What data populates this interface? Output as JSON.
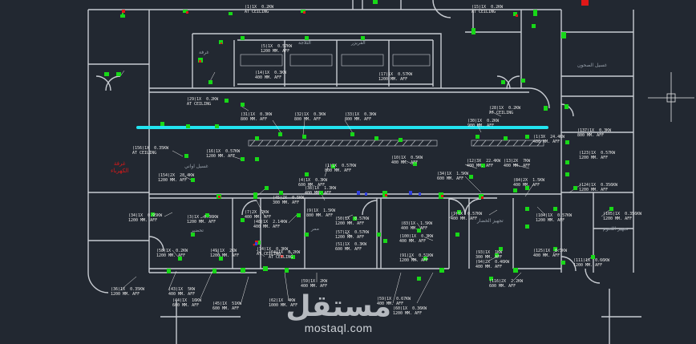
{
  "colors": {
    "background": "#222831",
    "wall": "#c8ccd2",
    "light_fixture": "#18d818",
    "highlight_line": "#22e4f0",
    "exit_sign": "#e01818"
  },
  "labels": [
    {
      "text": "(1)1X  0.2KW\nAT CEILING"
    },
    {
      "text": "(5)1X  0.57KW\n1200 MM. AFF"
    },
    {
      "text": "(14)1X  0.3KW\n400 MM. AFF"
    },
    {
      "text": "(17)1X  0.57KW\n1200 MM. AFF"
    },
    {
      "text": "(29)1X  0.2KW\nAT CEILING"
    },
    {
      "text": "(15)1X  0.2KW\nAT CEILING"
    },
    {
      "text": "(31)1X  0.3KW\n800 MM. AFF"
    },
    {
      "text": "(32)1X  0.3KW\n800 MM. AFF"
    },
    {
      "text": "(33)1X  0.3KW\n800 MM. AFF"
    },
    {
      "text": "(28)1X  0.2KW\nAT CEILING"
    },
    {
      "text": "(30)1X  0.2KW\n900 MM. AFF"
    },
    {
      "text": "(137)1X  0.3KW\n800 MM. AFF"
    },
    {
      "text": "(1)3X  24.4KW\n400 MM. AFF"
    },
    {
      "text": "(156)1X  0.35KW\nAT CEILING"
    },
    {
      "text": "(16)1X  0.57KW\n1200 MM. AFF"
    },
    {
      "text": "(1)1X  0.57KW\n800 MM. AFF"
    },
    {
      "text": "(10)1X  0.5KW\n400 MM. AFF"
    },
    {
      "text": "(12)3X  22.4KW\n400 MM. AFF"
    },
    {
      "text": "(13)2X  7KW\n400 MM. AFF"
    },
    {
      "text": "(123)1X  0.57KW\n1200 MM. AFF"
    },
    {
      "text": "(154)2X  28.4KW\n1200 MM. AFF"
    },
    {
      "text": "(4)1X  0.3KW\n600 MM. AFF"
    },
    {
      "text": "(34)1X  1.5KW\n600 MM. AFF"
    },
    {
      "text": "(84)2X  1.5KW\n400 MM. AFF"
    },
    {
      "text": "(124)1X  0.356KW\n1200 MM. AFF"
    },
    {
      "text": "(38)1X  1.3KW\n400 MM. AFF"
    },
    {
      "text": "(45)2X  0.5KW\n300 MM. AFF"
    },
    {
      "text": "(34)1X  0.95KW\n1200 MM. AFF"
    },
    {
      "text": "(3)1X  0.36KW\n1200 MM. AFF"
    },
    {
      "text": "(7)2X  2KW\n400 MM. AFF"
    },
    {
      "text": "(48)1X  2.14KW\n400 MM. AFF"
    },
    {
      "text": "(9)1X  1.5KW\n800 MM. AFF"
    },
    {
      "text": "(50)1X  0.57KW\n1200 MM. AFF"
    },
    {
      "text": "(83)1X  1.5KW\n400 MM. AFF"
    },
    {
      "text": "(7)1X  0.57KW\n400 MM. AFF"
    },
    {
      "text": "(104)1X  0.57KW\n1200 MM. AFF"
    },
    {
      "text": "(105)1X  0.356KW\n1200 MM. AFF"
    },
    {
      "text": "(57)1X  0.57KW\n1200 MM. AFF"
    },
    {
      "text": "(100)1X  0.3KW\n400 MM. AFF"
    },
    {
      "text": "(51)1X  0.3KW\n600 MM. AFF"
    },
    {
      "text": "(49)1X  2KW\n1200 MM. AFF"
    },
    {
      "text": "(74)1X  0.3KW\nAT CEILING"
    },
    {
      "text": "(58)1X  0.2KW\n1200 MM. AFF"
    },
    {
      "text": "(91)1X  0.51KW\n1200 MM. AFF"
    },
    {
      "text": "(93)1X  1KW\n300 MM. AFF"
    },
    {
      "text": "(94)2X  0.46KW\n400 MM. AFF"
    },
    {
      "text": "(125)1X  0.3KW\n400 MM. AFF"
    },
    {
      "text": "(111)1X  0.66KW\n1200 MM. AFF"
    },
    {
      "text": "(64)1X  0.2KW\nAT CEILING"
    },
    {
      "text": "(36)1X  0.35KW\n1200 MM. AFF"
    },
    {
      "text": "(43)1X  5KW\n400 MM. AFF"
    },
    {
      "text": "(44)1X  16KW\n600 MM. AFF"
    },
    {
      "text": "(45)1X  51KW\n600 MM. AFF"
    },
    {
      "text": "(59)1X  2KW\n400 MM. AFF"
    },
    {
      "text": "(62)1X  4KW\n1000 MM. AFF"
    },
    {
      "text": "(59)1X  0.67KW\n400 MM. AFF"
    },
    {
      "text": "(60)1X  0.36KW\n1200 MM. AFF"
    },
    {
      "text": "(116)2X  2.2KW\n600 MM. AFF"
    }
  ],
  "rooms": [
    {
      "text": "غرفة"
    },
    {
      "text": "الثلاجة"
    },
    {
      "text": "الفريزر"
    },
    {
      "text": "غسيل الصحون"
    },
    {
      "text": "غسيل اواني"
    },
    {
      "text": "تجهيز الخضار"
    },
    {
      "text": "تجهيز اللحوم"
    },
    {
      "text": "ممر"
    },
    {
      "text": "تحضير"
    }
  ],
  "red_room": {
    "line1": "غرفة",
    "line2": "الكهرباء"
  },
  "watermark": {
    "arabic": "مستقل",
    "latin": "mostaql.com"
  }
}
